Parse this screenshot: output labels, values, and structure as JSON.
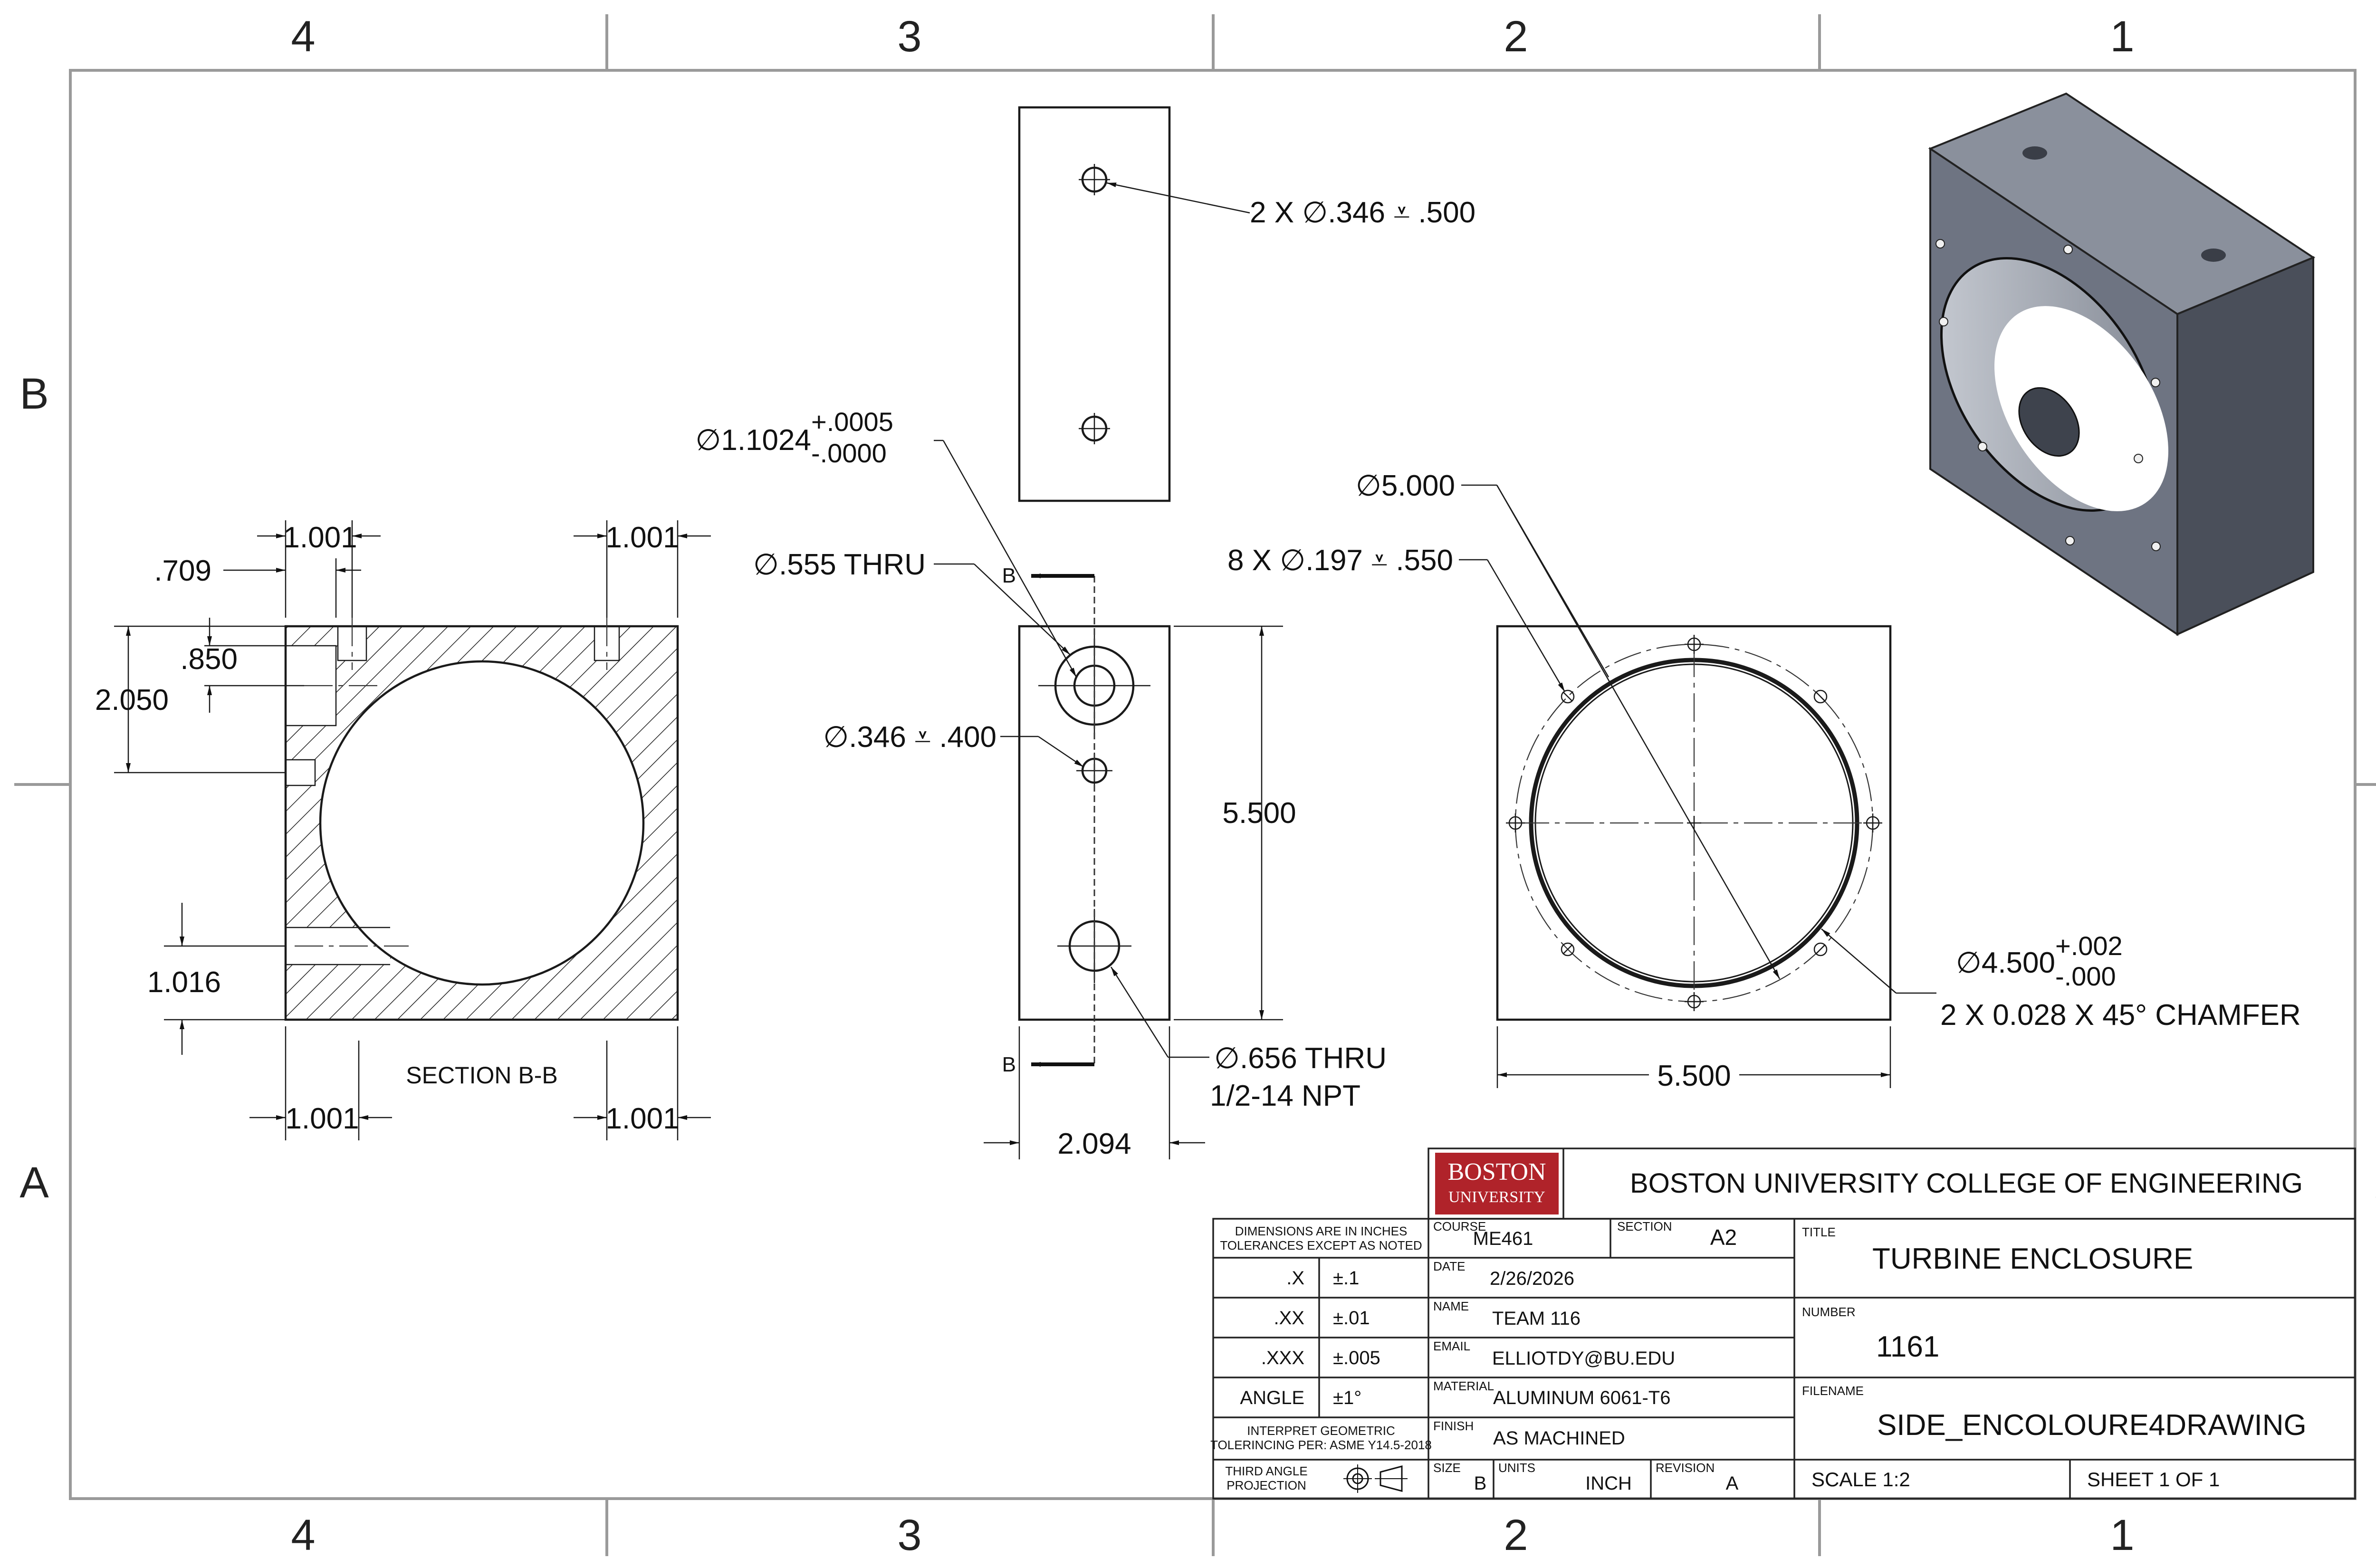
{
  "zones": {
    "columns": [
      "4",
      "3",
      "2",
      "1"
    ],
    "rows": [
      "B",
      "A"
    ]
  },
  "dimensions": {
    "top_holes": "2 X ∅.346 ⩡ .500",
    "bore": "∅1.1024",
    "bore_tol_plus": "+.0005",
    "bore_tol_minus": "-.0000",
    "thru_555": "∅.555 THRU",
    "hole_346": "∅.346 ⩡ .400",
    "height_5500": "5.500",
    "thru_656": "∅.656 THRU",
    "npt": "1/2-14 NPT",
    "depth_2094": "2.094",
    "dia_5000": "∅5.000",
    "bolt_holes": "8 X ∅.197 ⩡ .550",
    "dia_4500": "∅4.500",
    "dia_4500_plus": "+.002",
    "dia_4500_minus": "-.000",
    "chamfer": "2 X 0.028 X 45° CHAMFER",
    "width_5500": "5.500",
    "sec_1001_tl": "1.001",
    "sec_1001_tr": "1.001",
    "sec_1001_bl": "1.001",
    "sec_1001_br": "1.001",
    "sec_709": ".709",
    "sec_850": ".850",
    "sec_2050": "2.050",
    "sec_1016": "1.016",
    "section_label": "SECTION B-B",
    "cut_b_top": "B",
    "cut_b_bottom": "B"
  },
  "title_block": {
    "logo_line1": "BOSTON",
    "logo_line2": "UNIVERSITY",
    "college": "BOSTON UNIVERSITY COLLEGE OF ENGINEERING",
    "dims_note_1": "DIMENSIONS ARE IN INCHES",
    "dims_note_2": "TOLERANCES EXCEPT AS NOTED",
    "tolerances": [
      {
        "label": ".X",
        "value": "±.1"
      },
      {
        "label": ".XX",
        "value": "±.01"
      },
      {
        "label": ".XXX",
        "value": "±.005"
      },
      {
        "label": "ANGLE",
        "value": "±1°"
      }
    ],
    "gdt_note_1": "INTERPRET GEOMETRIC",
    "gdt_note_2": "TOLERINCING PER: ASME Y14.5-2018",
    "projection_1": "THIRD ANGLE",
    "projection_2": "PROJECTION",
    "course_label": "COURSE",
    "course": "ME461",
    "section_label": "SECTION",
    "section": "A2",
    "date_label": "DATE",
    "date": "2/26/2026",
    "name_label": "NAME",
    "name": "TEAM 116",
    "email_label": "EMAIL",
    "email": "ELLIOTDY@BU.EDU",
    "material_label": "MATERIAL",
    "material": "ALUMINUM 6061-T6",
    "finish_label": "FINISH",
    "finish": "AS MACHINED",
    "size_label": "SIZE",
    "size": "B",
    "units_label": "UNITS",
    "units": "INCH",
    "revision_label": "REVISION",
    "revision": "A",
    "title_label": "TITLE",
    "title": "TURBINE ENCLOSURE",
    "number_label": "NUMBER",
    "number": "1161",
    "filename_label": "FILENAME",
    "filename": "SIDE_ENCOLOURE4DRAWING",
    "scale": "SCALE  1:2",
    "sheet": "SHEET  1  OF  1"
  },
  "colors": {
    "logo_red": "#b0232a",
    "iso_front": "#6e7482",
    "iso_top": "#8a909c",
    "iso_side": "#4a4f5a"
  }
}
